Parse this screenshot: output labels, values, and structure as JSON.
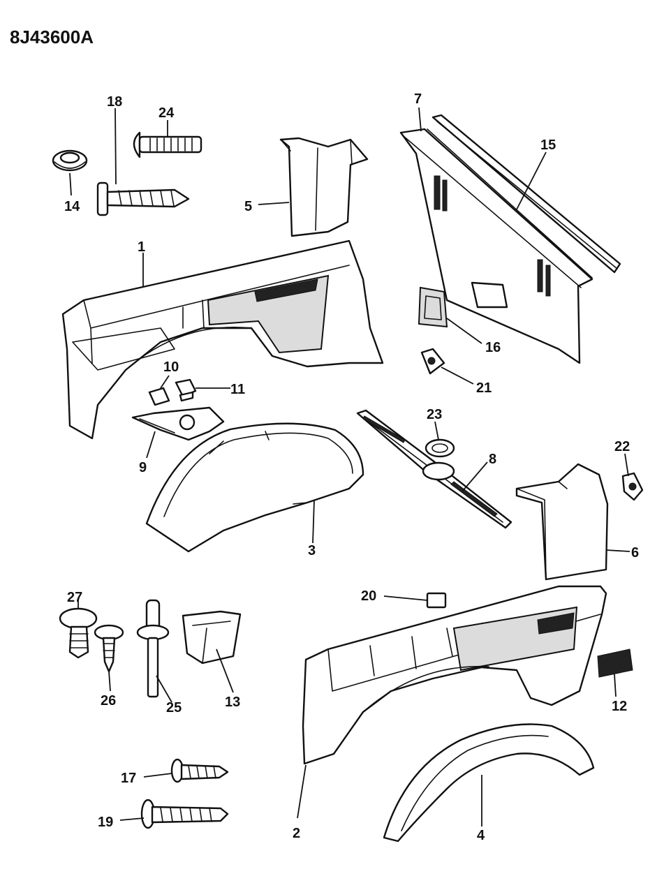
{
  "drawing_code": "8J43600A",
  "callouts": {
    "c1": "1",
    "c2": "2",
    "c3": "3",
    "c4": "4",
    "c5": "5",
    "c6": "6",
    "c7": "7",
    "c8": "8",
    "c9": "9",
    "c10": "10",
    "c11": "11",
    "c12": "12",
    "c13": "13",
    "c14": "14",
    "c15": "15",
    "c16": "16",
    "c17": "17",
    "c18": "18",
    "c19": "19",
    "c20": "20",
    "c21": "21",
    "c22": "22",
    "c23": "23",
    "c24": "24",
    "c25": "25",
    "c26": "26",
    "c27": "27"
  }
}
